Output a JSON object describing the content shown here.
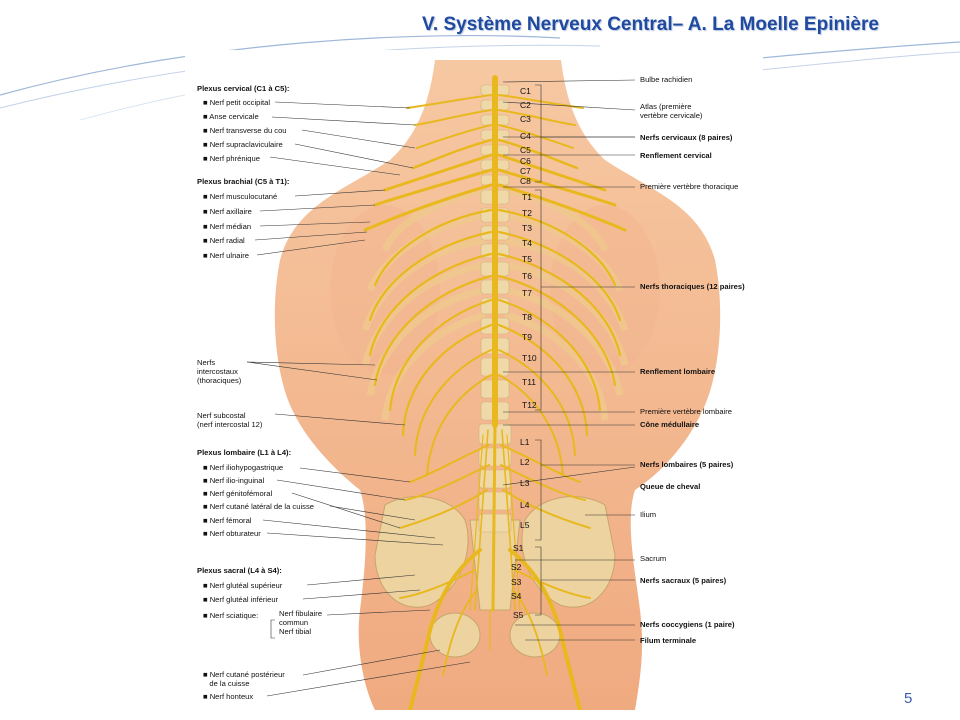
{
  "title": "V. Système Nerveux Central– A. La Moelle Epinière",
  "page_number": "5",
  "left_labels": {
    "plexus_cervical": {
      "heading": "Plexus cervical (C1 à C5):",
      "items": [
        "Nerf petit occipital",
        "Anse cervicale",
        "Nerf transverse du cou",
        "Nerf supraclaviculaire",
        "Nerf phrénique"
      ]
    },
    "plexus_brachial": {
      "heading": "Plexus brachial (C5 à T1):",
      "items": [
        "Nerf musculocutané",
        "Nerf axillaire",
        "Nerf médian",
        "Nerf radial",
        "Nerf ulnaire"
      ]
    },
    "intercostaux": [
      "Nerfs",
      "intercostaux",
      "(thoraciques)"
    ],
    "subcostal": [
      "Nerf subcostal",
      "(nerf intercostal 12)"
    ],
    "plexus_lombaire": {
      "heading": "Plexus lombaire (L1 à L4):",
      "items": [
        "Nerf iliohypogastrique",
        "Nerf ilio-inguinal",
        "Nerf génitofémoral",
        "Nerf cutané latéral de la cuisse",
        "Nerf fémoral",
        "Nerf obturateur"
      ]
    },
    "plexus_sacral": {
      "heading": "Plexus sacral (L4 à S4):",
      "items": [
        "Nerf glutéal supérieur",
        "Nerf glutéal inférieur"
      ],
      "sciatique": "Nerf sciatique",
      "sciatique_branches": [
        "Nerf fibulaire",
        "commun",
        "Nerf tibial"
      ]
    },
    "cutane_posterieur": [
      "Nerf cutané postérieur",
      "de la cuisse"
    ],
    "honteux": "Nerf honteux"
  },
  "right_labels": {
    "bulbe": "Bulbe rachidien",
    "atlas": [
      "Atlas (première",
      "vertèbre cervicale)"
    ],
    "nerfs_cervicaux": "Nerfs cervicaux (8 paires)",
    "renflement_cervical": "Renflement cervical",
    "premiere_thoracique": "Première vertèbre thoracique",
    "nerfs_thoraciques": "Nerfs thoraciques (12 paires)",
    "renflement_lombaire": "Renflement lombaire",
    "premiere_lombaire": "Première vertèbre lombaire",
    "cone": "Cône médullaire",
    "nerfs_lombaires": "Nerfs lombaires (5 paires)",
    "queue": "Queue de cheval",
    "ilium": "Ilium",
    "sacrum": "Sacrum",
    "nerfs_sacraux": "Nerfs sacraux (5 paires)",
    "nerfs_coccygiens": "Nerfs coccygiens (1 paire)",
    "filum": "Filum terminale"
  },
  "vertebrae": [
    "C1",
    "C2",
    "C3",
    "C4",
    "C5",
    "C6",
    "C7",
    "C8",
    "T1",
    "T2",
    "T3",
    "T4",
    "T5",
    "T6",
    "T7",
    "T8",
    "T9",
    "T10",
    "T11",
    "T12",
    "L1",
    "L2",
    "L3",
    "L4",
    "L5",
    "S1",
    "S2",
    "S3",
    "S4",
    "S5"
  ],
  "colors": {
    "title": "#1f4aa0",
    "nerve": "#e8b81e",
    "skin": "#f3b98e",
    "bone": "#ead09c",
    "bullet": "#111111"
  }
}
